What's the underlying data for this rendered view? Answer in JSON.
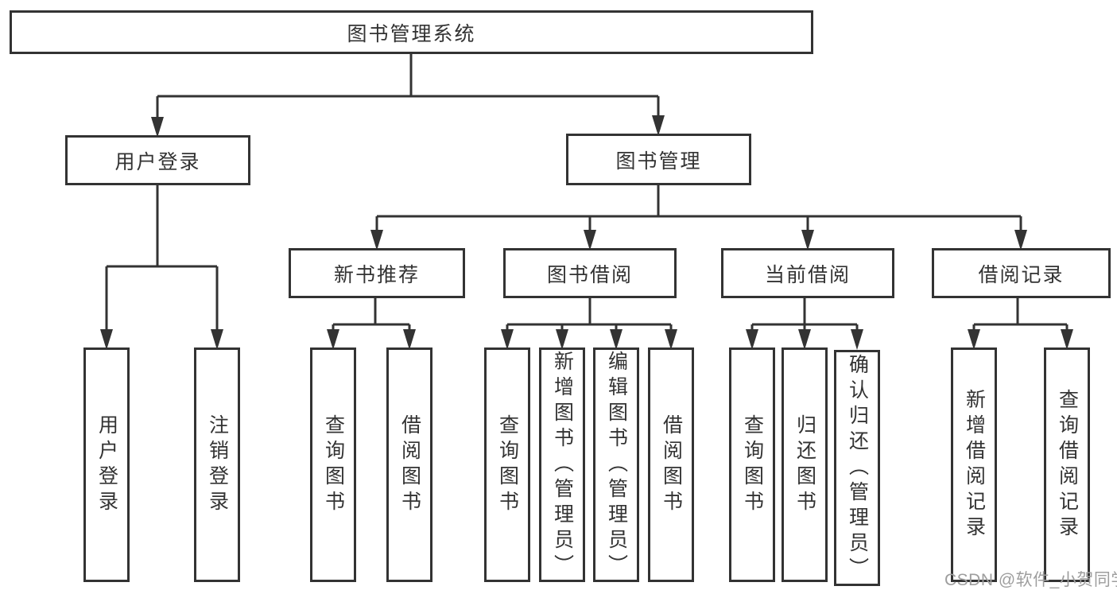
{
  "nodes": {
    "root": {
      "label": "图书管理系统"
    },
    "branches": [
      {
        "label": "用户登录"
      },
      {
        "label": "图书管理"
      }
    ],
    "modules": [
      {
        "label": "新书推荐"
      },
      {
        "label": "图书借阅"
      },
      {
        "label": "当前借阅"
      },
      {
        "label": "借阅记录"
      }
    ],
    "leaves": [
      {
        "label": "用户登录"
      },
      {
        "label": "注销登录"
      },
      {
        "label": "查询图书"
      },
      {
        "label": "借阅图书"
      },
      {
        "label": "查询图书"
      },
      {
        "label": "新增图书（管理员）"
      },
      {
        "label": "编辑图书（管理员）"
      },
      {
        "label": "借阅图书"
      },
      {
        "label": "查询图书"
      },
      {
        "label": "归还图书"
      },
      {
        "label": "确认归还（管理员）"
      },
      {
        "label": "新增借阅记录"
      },
      {
        "label": "查询借阅记录"
      }
    ]
  },
  "watermark": {
    "text": "CSDN @软件_小贺同学"
  },
  "colors": {
    "line": "#333333",
    "box_border": "#333333",
    "text": "#333333",
    "watermark": "#9e9e9e",
    "background": "#ffffff"
  }
}
